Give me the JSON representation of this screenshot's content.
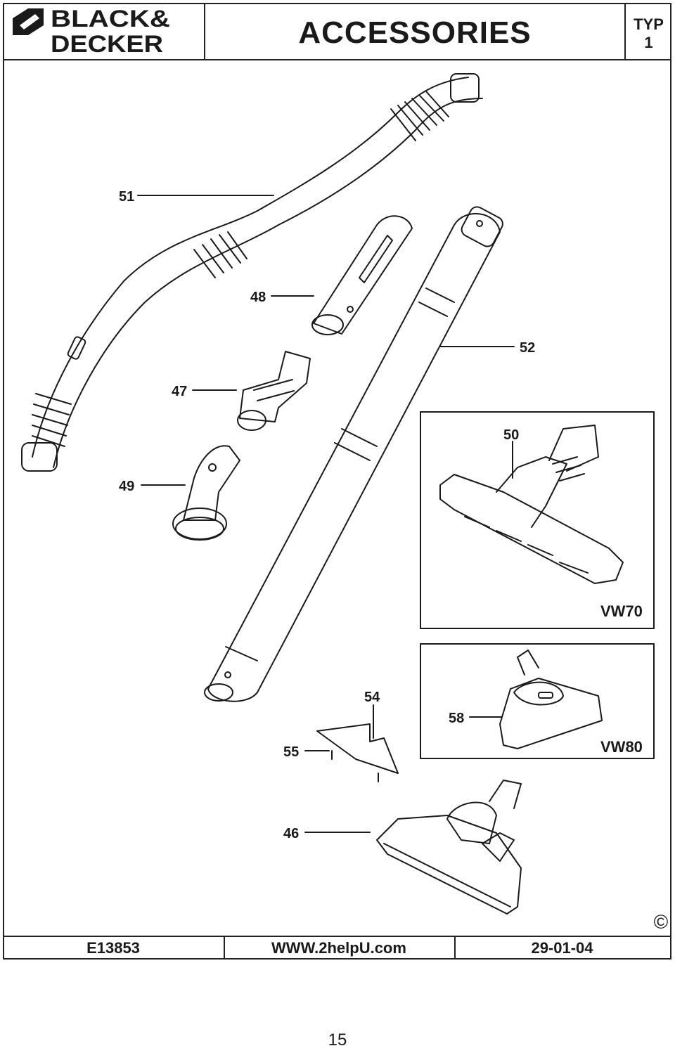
{
  "header": {
    "brand_line1": "BLACK&",
    "brand_line2": "DECKER",
    "title": "ACCESSORIES",
    "typ_label": "TYP",
    "typ_value": "1"
  },
  "parts": {
    "p51": "51",
    "p48": "48",
    "p52": "52",
    "p47": "47",
    "p50": "50",
    "p49": "49",
    "p54": "54",
    "p58": "58",
    "p55": "55",
    "p46": "46"
  },
  "models": {
    "vw70": "VW70",
    "vw80": "VW80"
  },
  "footer": {
    "code": "E13853",
    "website": "WWW.2helpU.com",
    "date": "29-01-04",
    "copyright": "©"
  },
  "page_number": "15"
}
